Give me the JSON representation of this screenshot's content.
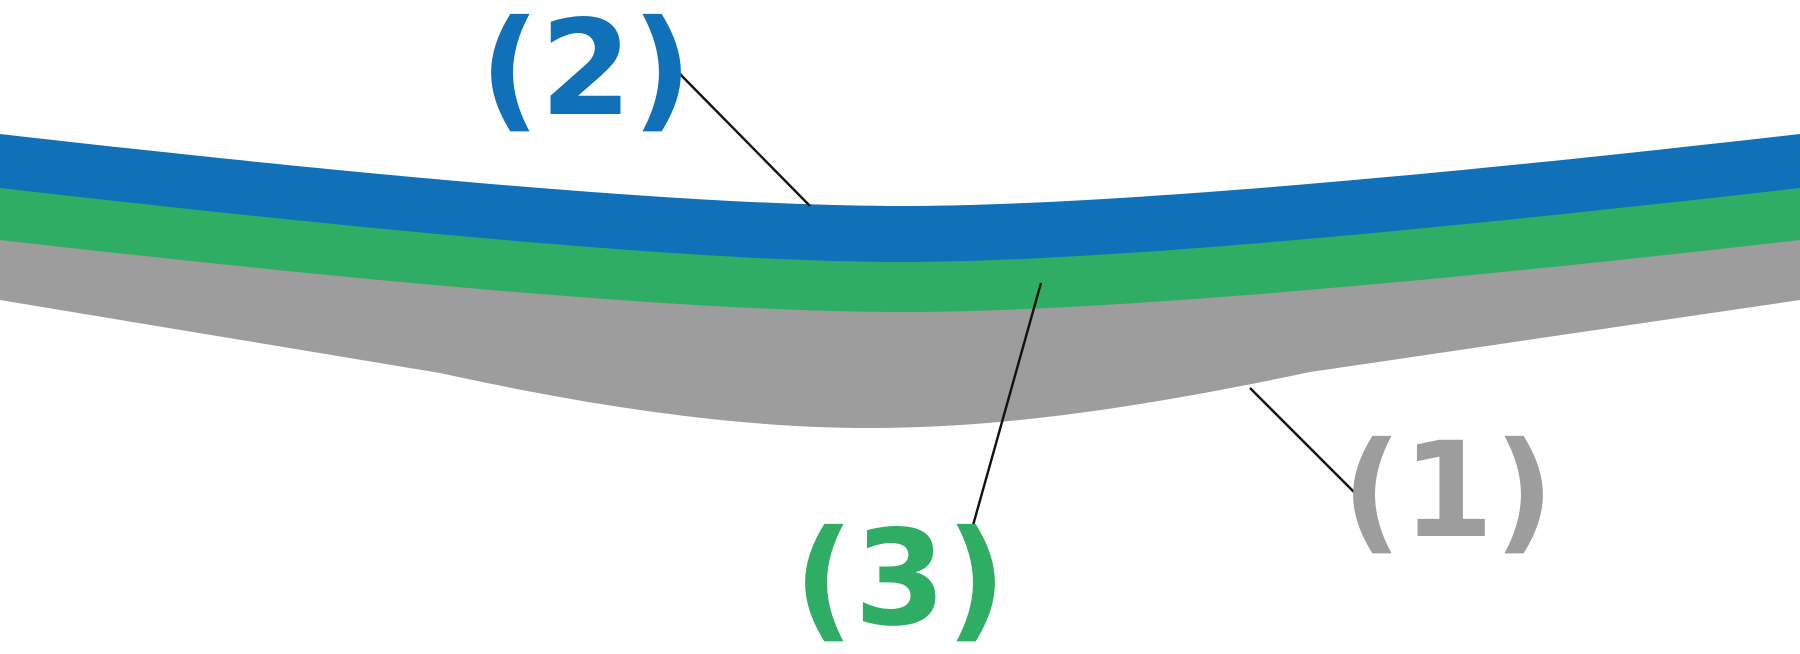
{
  "colors": {
    "layer_1": "#9d9d9d",
    "layer_2": "#1070b8",
    "layer_3": "#2fad65",
    "leader_line": "#111111",
    "background": "#ffffff"
  },
  "layers": [
    {
      "id": "1",
      "label": "(1)",
      "color_key": "layer_1"
    },
    {
      "id": "2",
      "label": "(2)",
      "color_key": "layer_2"
    },
    {
      "id": "3",
      "label": "(3)",
      "color_key": "layer_3"
    }
  ]
}
